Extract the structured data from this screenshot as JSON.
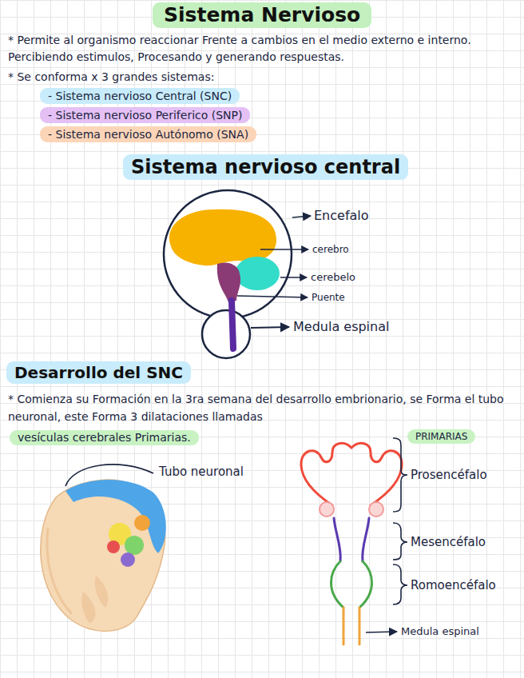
{
  "diagram": {
    "title": "Sistema Nervioso",
    "nodes": [
      {
        "text": [
          "- Sistema nervioso Central (SNC)"
        ]
      },
      {
        "text": [
          "- Sistema nervioso Periferico (SNP)"
        ]
      },
      {
        "text": [
          "- Sistema nervioso Autónomo (SNA)"
        ]
      },
      {
        "text": [
          "Sistema nervioso central"
        ]
      },
      {
        "text": [
          "Desarrollo del SNC"
        ]
      },
      {
        "text": [
          "vesículas cerebrales Primarias."
        ]
      },
      {
        "text": [
          "PRIMARIAS"
        ]
      }
    ],
    "edges": [],
    "labels": [
      "* Permite al organismo reaccionar Frente a cambios en el medio externo e interno. Percibiendo estimulos, Procesando y generando respuestas.",
      "* Se conforma x 3 grandes sistemas:",
      "Encefalo",
      "cerebro",
      "cerebelo",
      "Puente",
      "Medula espinal",
      "* Comienza su Formación en la 3ra semana del desarrollo embrionario, se Forma el tubo neuronal, este Forma 3 dilataciones llamadas",
      "Tubo neuronal",
      "Prosencéfalo",
      "Mesencéfalo",
      "Romoencéfalo",
      "Medula espinal"
    ]
  }
}
